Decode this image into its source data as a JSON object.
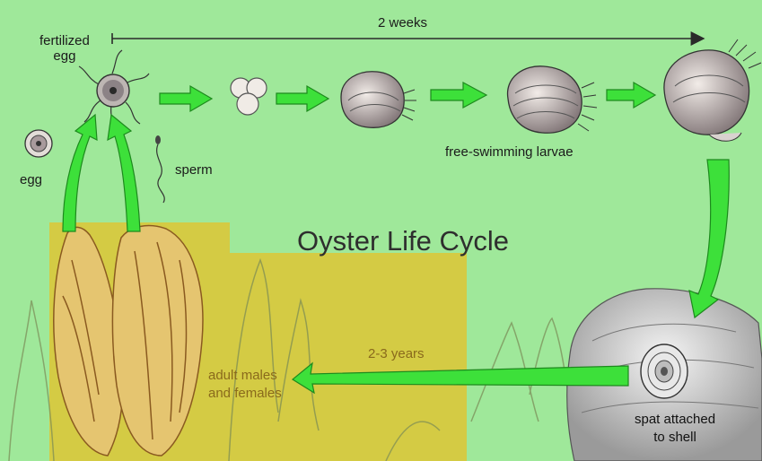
{
  "title": "Oyster Life Cycle",
  "labels": {
    "fertilized_egg": "fertilized\negg",
    "egg": "egg",
    "sperm": "sperm",
    "two_weeks": "2 weeks",
    "free_swimming_larvae": "free-swimming larvae",
    "two_three_years": "2-3 years",
    "adult": "adult males\nand females",
    "spat": "spat attached\nto shell"
  },
  "colors": {
    "background": "#9fe89a",
    "arrow_green": "#3de03a",
    "adult_panel": "#d8c83d",
    "label_olive": "#8a6a1c"
  },
  "icons": [
    "egg-cell-icon",
    "fertilized-egg-icon",
    "sperm-icon",
    "cell-cluster-icon",
    "larva-icon",
    "spat-icon",
    "adult-oyster-icon",
    "host-shell-icon"
  ]
}
